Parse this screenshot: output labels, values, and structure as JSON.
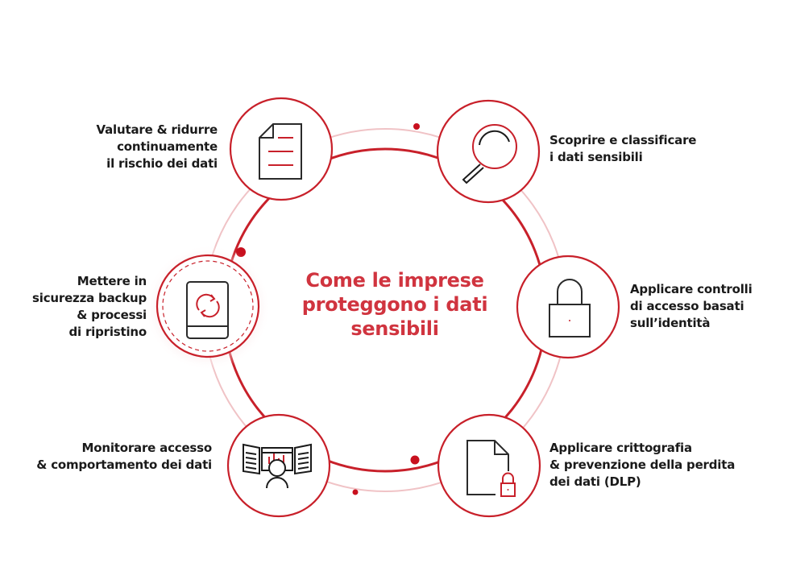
{
  "colors": {
    "accent": "#c8202a",
    "accent_light": "#f2c9cc",
    "title": "#d0343f",
    "text": "#1a1a1a",
    "icon_stroke": "#2a2a2a"
  },
  "center_title": {
    "lines": [
      "Come le imprese",
      "proteggono i dati",
      "sensibili"
    ]
  },
  "steps": [
    {
      "id": "assess",
      "icon": "document-icon",
      "lines": [
        "Valutare & ridurre",
        "continuamente",
        "il rischio dei dati"
      ]
    },
    {
      "id": "discover",
      "icon": "magnifier-icon",
      "lines": [
        "Scoprire e classificare",
        "i dati sensibili"
      ]
    },
    {
      "id": "access-control",
      "icon": "padlock-icon",
      "lines": [
        "Applicare controlli",
        "di accesso basati",
        "sull’identità"
      ]
    },
    {
      "id": "encrypt",
      "icon": "locked-file-icon",
      "lines": [
        "Applicare crittografia",
        "& prevenzione della perdita",
        "dei dati (DLP)"
      ]
    },
    {
      "id": "monitor",
      "icon": "monitoring-dashboard-icon",
      "lines": [
        "Monitorare accesso",
        "& comportamento dei dati"
      ]
    },
    {
      "id": "backup",
      "icon": "backup-drive-sync-icon",
      "lines": [
        "Mettere in",
        "sicurezza backup",
        "& processi",
        "di ripristino"
      ]
    }
  ]
}
